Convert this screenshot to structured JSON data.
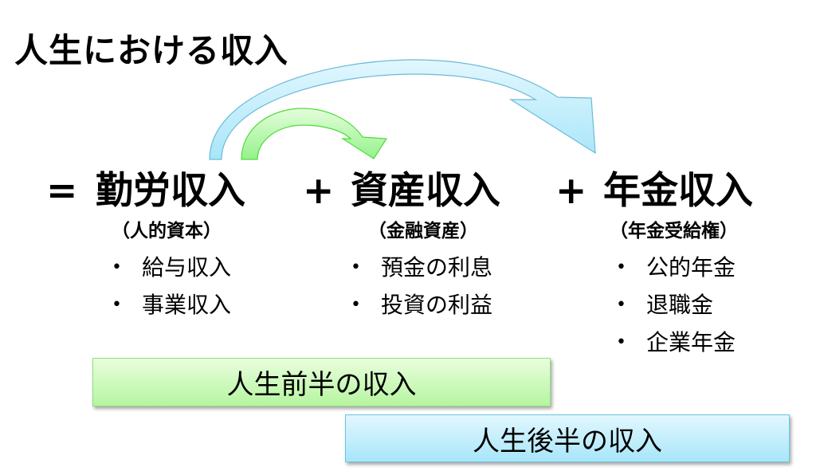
{
  "title": "人生における収入",
  "equals": "=",
  "plus": "+",
  "columns": [
    {
      "heading": "勤労収入",
      "sub": "（人的資本）",
      "items": [
        "給与収入",
        "事業収入"
      ]
    },
    {
      "heading": "資産収入",
      "sub": "（金融資産）",
      "items": [
        "預金の利息",
        "投資の利益"
      ]
    },
    {
      "heading": "年金収入",
      "sub": "（年金受給権）",
      "items": [
        "公的年金",
        "退職金",
        "企業年金"
      ]
    }
  ],
  "bars": {
    "first_half": "人生前半の収入",
    "second_half": "人生後半の収入"
  },
  "colors": {
    "green_arrow": "#b6f5a0",
    "blue_arrow": "#bfeefc"
  }
}
